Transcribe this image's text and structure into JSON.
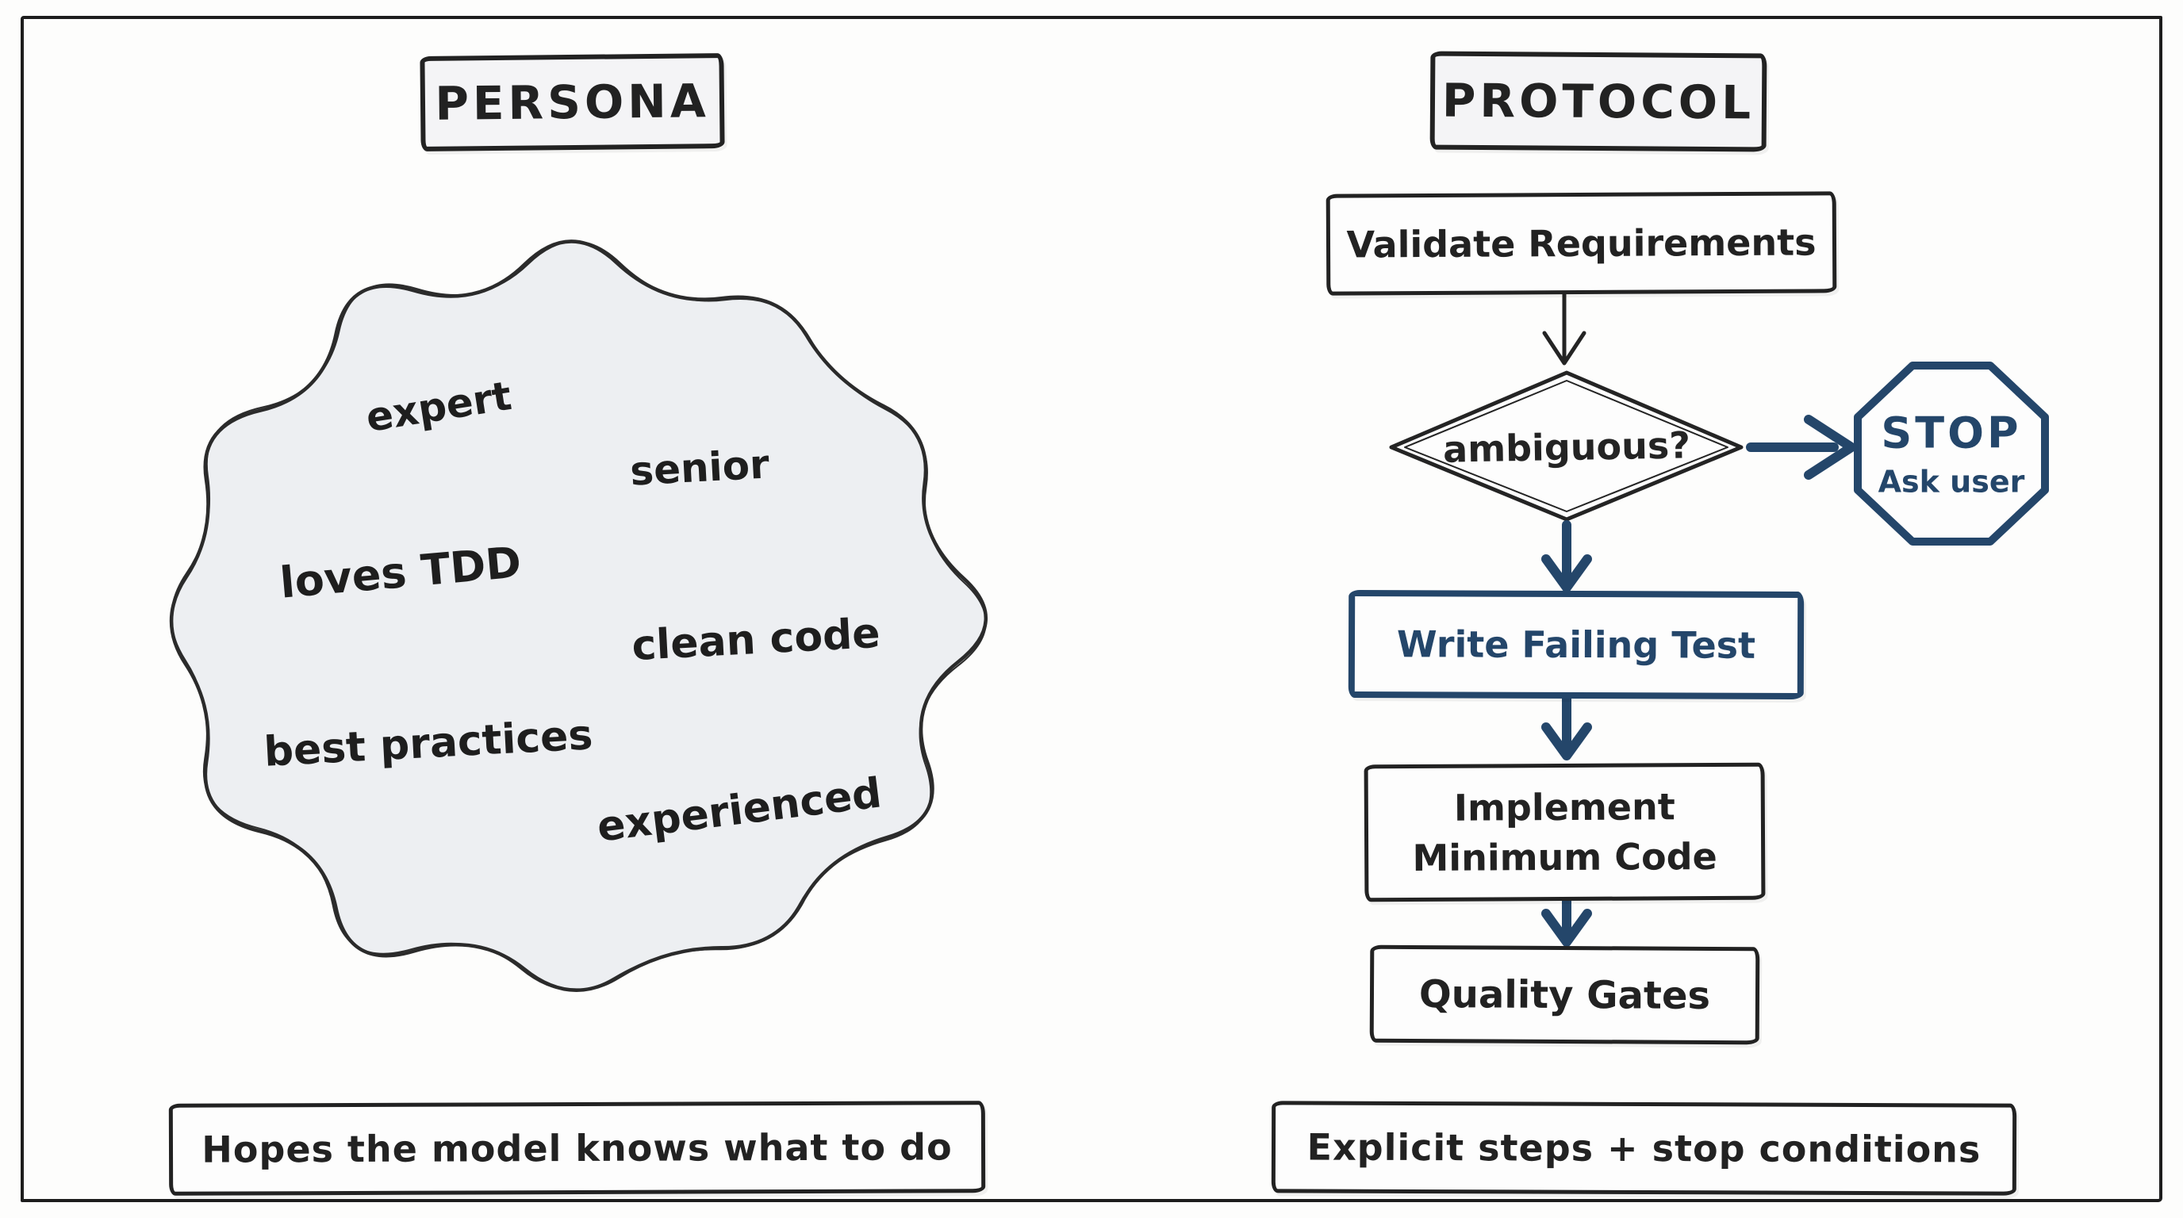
{
  "colors": {
    "ink": "#222222",
    "navy": "#24466a",
    "blob_fill": "#edeff2",
    "paper": "#fdfdfc"
  },
  "left_panel": {
    "title": "PERSONA",
    "traits": [
      "expert",
      "senior",
      "loves TDD",
      "clean code",
      "best practices",
      "experienced"
    ],
    "caption": "Hopes the model knows what to do"
  },
  "right_panel": {
    "title": "PROTOCOL",
    "flow": {
      "validate": "Validate Requirements",
      "decision": "ambiguous?",
      "stop_title": "STOP",
      "stop_subtitle": "Ask user",
      "write_test": "Write Failing Test",
      "implement_line1": "Implement",
      "implement_line2": "Minimum Code",
      "quality": "Quality Gates"
    },
    "caption": "Explicit steps + stop conditions"
  }
}
